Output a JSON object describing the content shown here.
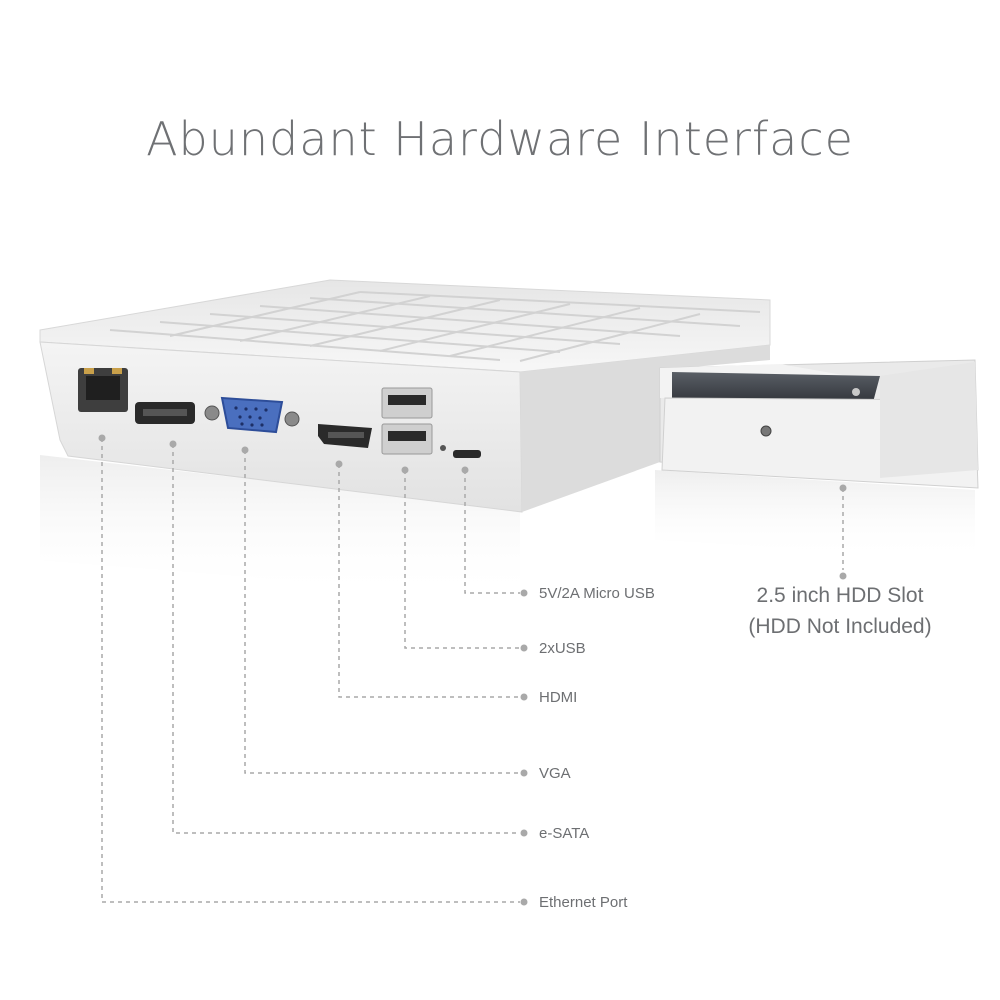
{
  "title": "Abundant Hardware Interface",
  "callouts": [
    {
      "id": "micro-usb",
      "label": "5V/2A Micro USB"
    },
    {
      "id": "usb",
      "label": "2xUSB"
    },
    {
      "id": "hdmi",
      "label": "HDMI"
    },
    {
      "id": "vga",
      "label": "VGA"
    },
    {
      "id": "esata",
      "label": "e-SATA"
    },
    {
      "id": "ethernet",
      "label": "Ethernet Port"
    }
  ],
  "hdd_slot": {
    "line1": "2.5 inch HDD Slot",
    "line2": "(HDD Not Included)"
  },
  "colors": {
    "text": "#6d6f72",
    "device_body": "#eeeeee",
    "vga_connector": "#4a6fbf",
    "leader_line": "#a9a9a9"
  }
}
